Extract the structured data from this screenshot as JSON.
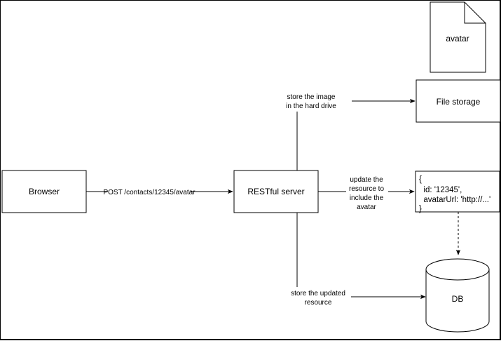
{
  "diagram": {
    "nodes": {
      "browser": {
        "label": "Browser"
      },
      "server": {
        "label": "RESTful server"
      },
      "file_storage": {
        "label": "File storage"
      },
      "avatar_file": {
        "label": "avatar"
      },
      "resource": {
        "lines": [
          "{",
          "  id: '12345',",
          "  avatarUrl: 'http://...'",
          "}"
        ]
      },
      "db": {
        "label": "DB"
      }
    },
    "edges": {
      "post": {
        "label": "POST /contacts/12345/avatar"
      },
      "store_image": {
        "lines": [
          "store the image",
          "in the hard drive"
        ]
      },
      "update_resource": {
        "lines": [
          "update the",
          "resource to",
          "include the",
          "avatar"
        ]
      },
      "store_updated": {
        "lines": [
          "store the updated",
          "resource"
        ]
      }
    }
  }
}
